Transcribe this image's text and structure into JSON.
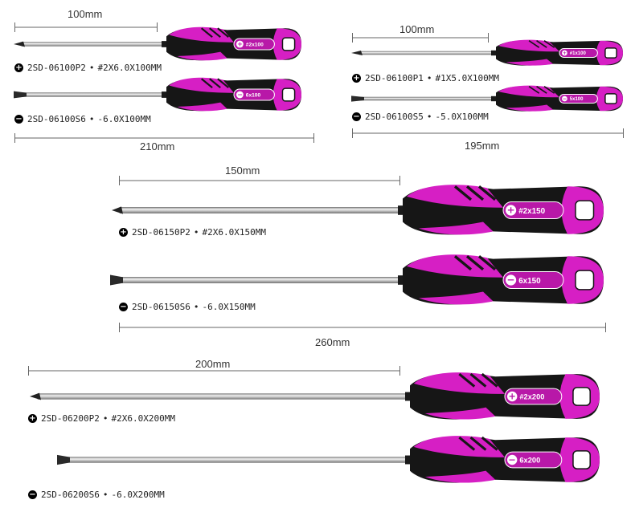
{
  "colors": {
    "handle_pink": "#d61fc4",
    "handle_black": "#161616",
    "shaft": "#c9c9c9",
    "label_bg": "#b818a8"
  },
  "dimensions": {
    "set100_blade": "100mm",
    "set100_total": "210mm",
    "set100b_blade": "100mm",
    "set100b_total": "195mm",
    "set150_blade": "150mm",
    "set150_total": "260mm",
    "set200_blade": "200mm"
  },
  "tools": [
    {
      "symbol": "plus-icon",
      "model": "2SD-06100P2",
      "spec": "#2X6.0X100MM",
      "handle_label": "#2x100"
    },
    {
      "symbol": "minus-icon",
      "model": "2SD-06100S6",
      "spec": "-6.0X100MM",
      "handle_label": "6x100"
    },
    {
      "symbol": "plus-icon",
      "model": "2SD-06100P1",
      "spec": "#1X5.0X100MM",
      "handle_label": "#1x100"
    },
    {
      "symbol": "minus-icon",
      "model": "2SD-06100S5",
      "spec": "-5.0X100MM",
      "handle_label": "5x100"
    },
    {
      "symbol": "plus-icon",
      "model": "2SD-06150P2",
      "spec": "#2X6.0X150MM",
      "handle_label": "#2x150"
    },
    {
      "symbol": "minus-icon",
      "model": "2SD-06150S6",
      "spec": "-6.0X150MM",
      "handle_label": "6x150"
    },
    {
      "symbol": "plus-icon",
      "model": "2SD-06200P2",
      "spec": "#2X6.0X200MM",
      "handle_label": "#2x200"
    },
    {
      "symbol": "minus-icon",
      "model": "2SD-06200S6",
      "spec": "-6.0X200MM",
      "handle_label": "6x200"
    }
  ],
  "symbols": {
    "plus": "+",
    "minus": "−",
    "dot": "•"
  }
}
